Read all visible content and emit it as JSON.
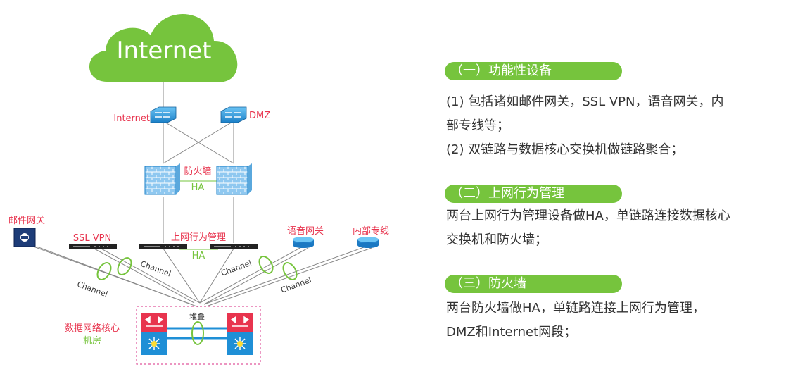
{
  "diagram": {
    "cloud_label": "Internet",
    "internet_switch_label": "Internet",
    "dmz_switch_label": "DMZ",
    "firewall_label": "防火墙",
    "firewall_ha_label": "HA",
    "mail_gateway_label": "邮件网关",
    "ssl_vpn_label": "SSL VPN",
    "behavior_mgmt_label": "上网行为管理",
    "behavior_ha_label": "HA",
    "voice_gateway_label": "语音网关",
    "private_line_label": "内部专线",
    "channel_labels": [
      "Channel",
      "Channel",
      "Channel",
      "Channel"
    ],
    "stack_label": "堆叠",
    "core_room_label_line1": "数据网络核心",
    "core_room_label_line2": "机房",
    "colors": {
      "cloud": "#76c43d",
      "label_red": "#e8344e",
      "label_green": "#76c43d",
      "switch_blue": "#1f8fd6",
      "core_red": "#e8344e",
      "core_blue": "#1f8fd6",
      "link_gray": "#888888"
    }
  },
  "sections": [
    {
      "title": "（一）功能性设备",
      "lines": [
        "(1) 包括诸如邮件网关，SSL VPN，语音网关，内",
        "部专线等；",
        "(2) 双链路与数据核心交换机做链路聚合；"
      ]
    },
    {
      "title": "（二）上网行为管理",
      "lines": [
        "两台上网行为管理设备做HA，单链路连接数据核心",
        "交换机和防火墙；"
      ]
    },
    {
      "title": "（三）防火墙",
      "lines": [
        "两台防火墙做HA，单链路连接上网行为管理，",
        "DMZ和Internet网段；"
      ]
    }
  ]
}
